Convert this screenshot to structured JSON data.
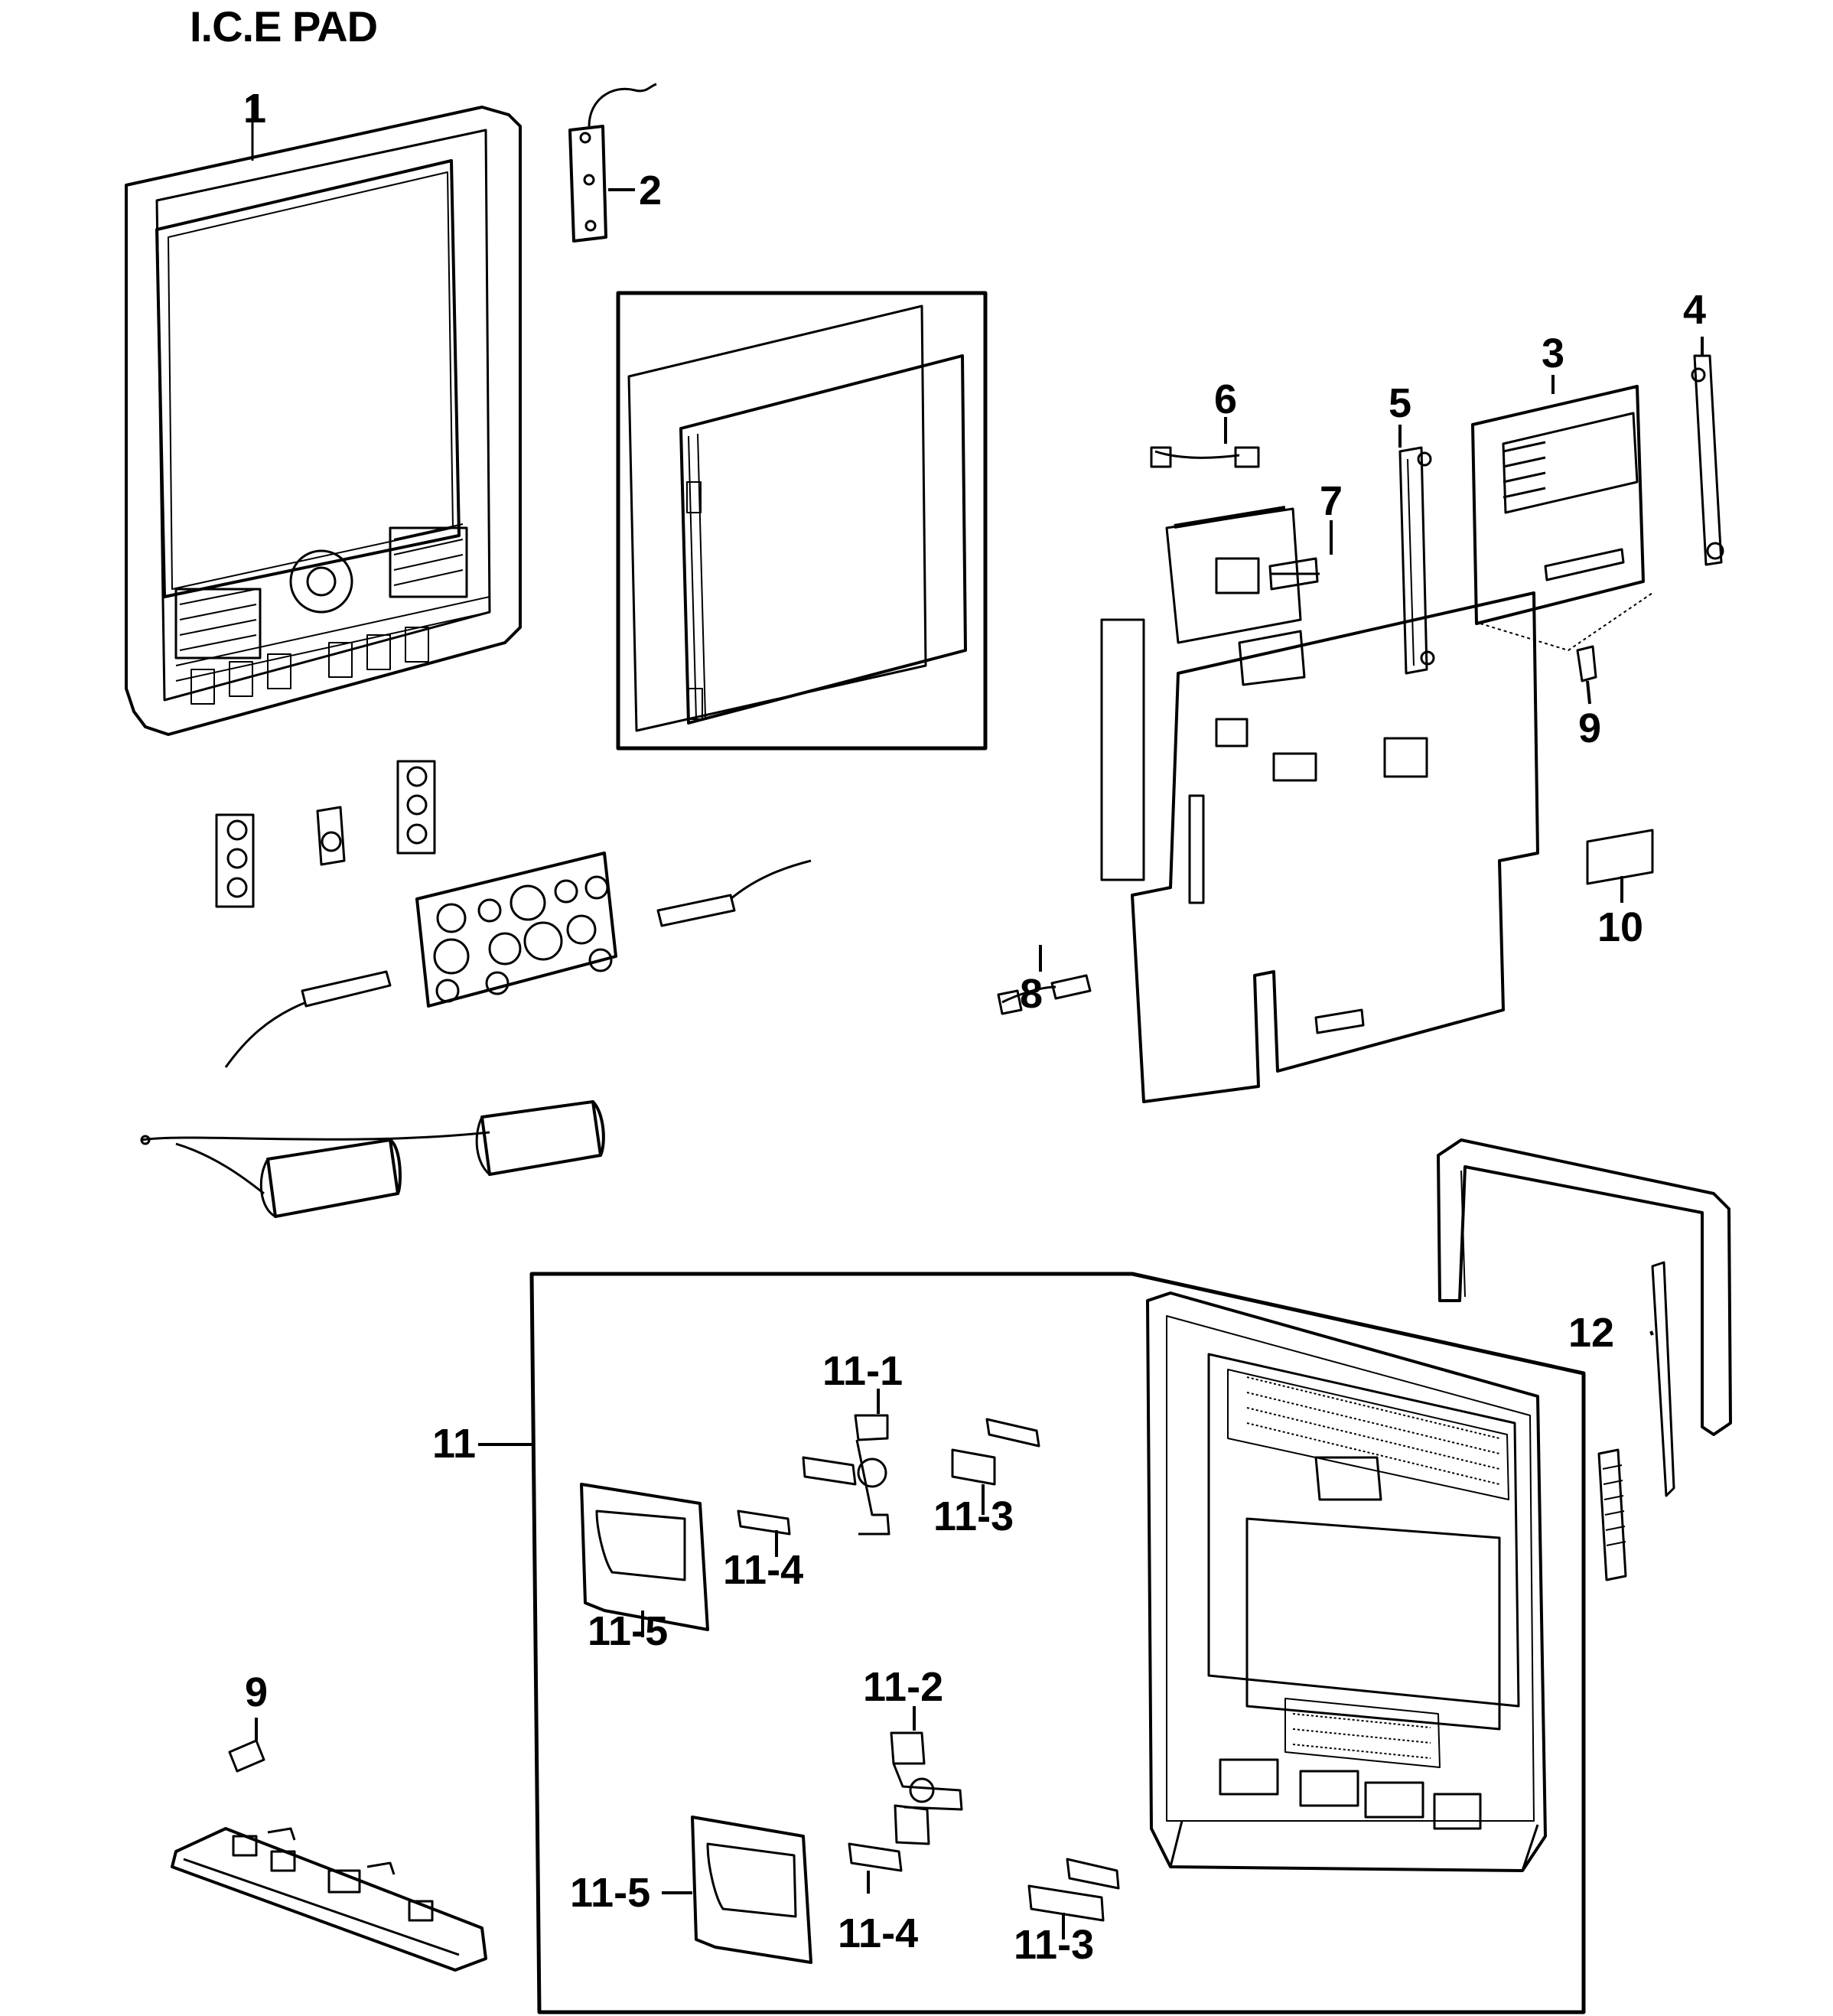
{
  "title": "I.C.E PAD",
  "callouts": {
    "c1": "1",
    "c2": "2",
    "c3": "3",
    "c4": "4",
    "c5": "5",
    "c6": "6",
    "c7": "7",
    "c8": "8",
    "c9_top": "9",
    "c10": "10",
    "c11": "11",
    "c11_1": "11-1",
    "c11_2": "11-2",
    "c11_3_top": "11-3",
    "c11_3_bottom": "11-3",
    "c11_4_top": "11-4",
    "c11_4_bottom": "11-4",
    "c11_5_top": "11-5",
    "c11_5_bottom": "11-5",
    "c12": "12",
    "c9_bottom": "9"
  }
}
